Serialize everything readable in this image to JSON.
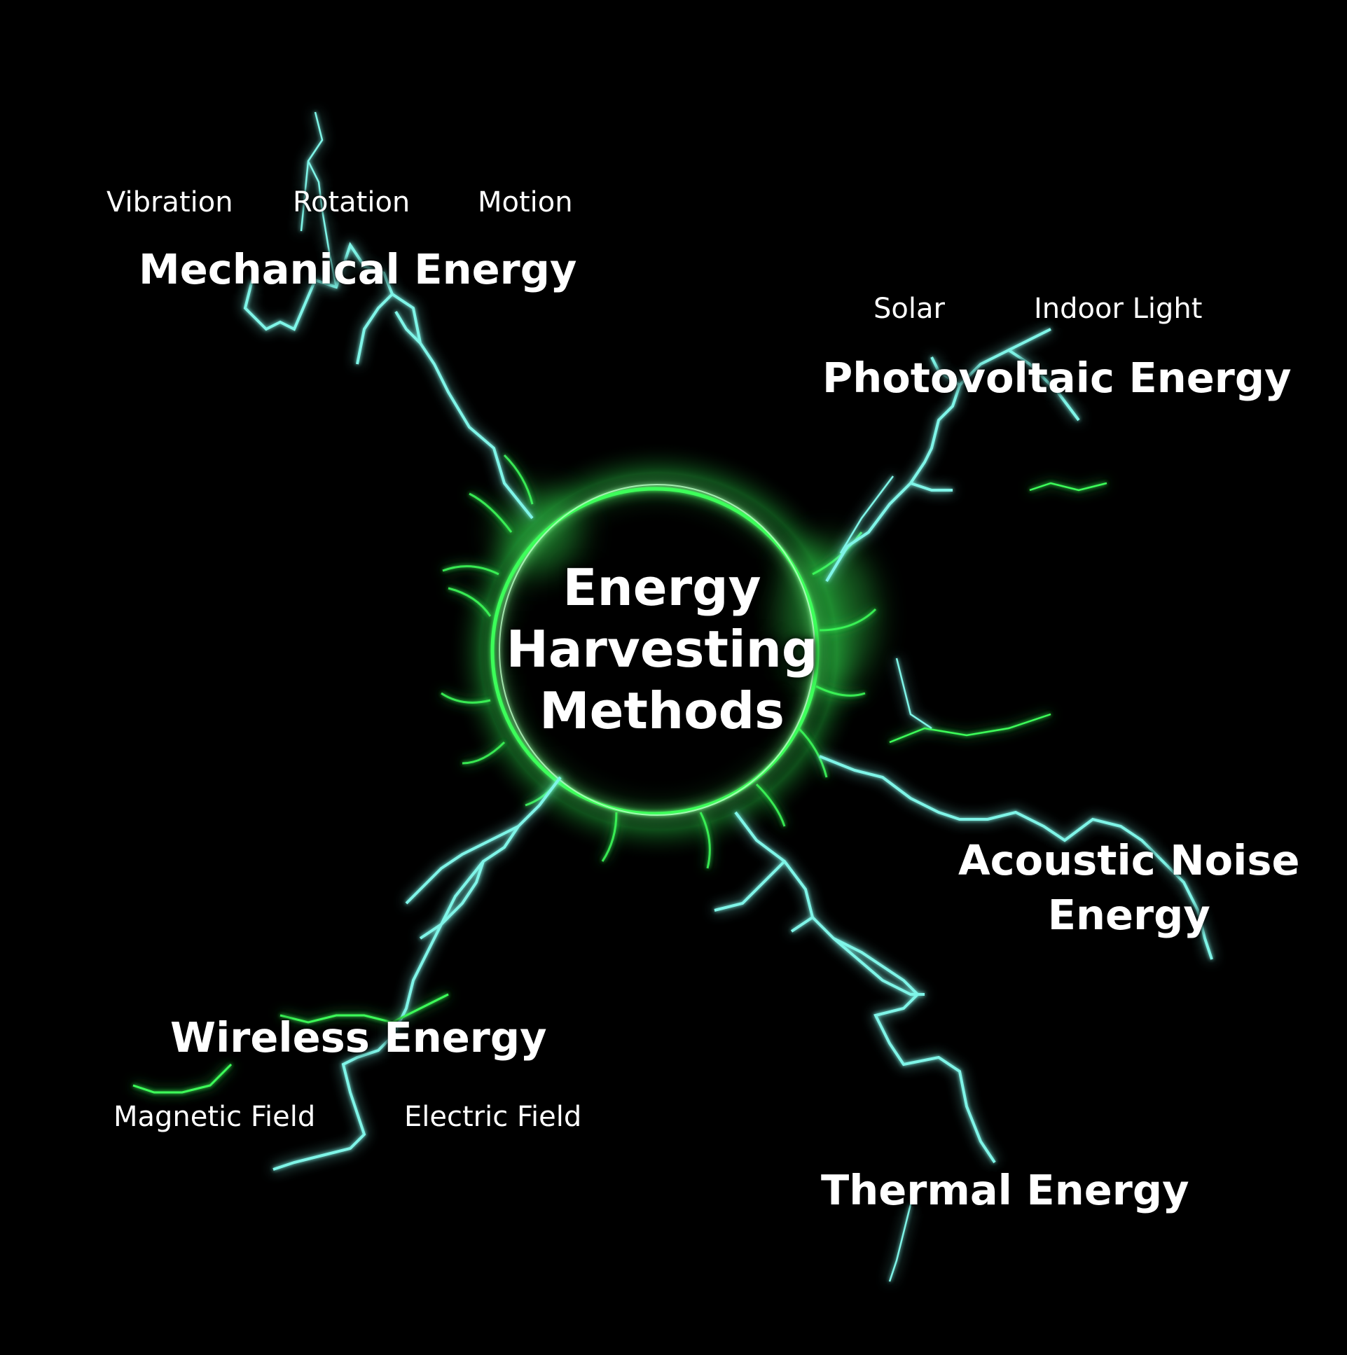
{
  "colors": {
    "background": "#000000",
    "glow_green": "#3dff5a",
    "bolt_cyan": "#7ff5e8",
    "text": "#ffffff"
  },
  "center": {
    "lines": [
      "Energy",
      "Harvesting",
      "Methods"
    ]
  },
  "categories": {
    "mechanical": {
      "title": "Mechanical Energy",
      "items": [
        "Vibration",
        "Rotation",
        "Motion"
      ]
    },
    "photovoltaic": {
      "title": "Photovoltaic Energy",
      "items": [
        "Solar",
        "Indoor Light"
      ]
    },
    "acoustic": {
      "title_lines": [
        "Acoustic Noise",
        "Energy"
      ]
    },
    "thermal": {
      "title": "Thermal Energy"
    },
    "wireless": {
      "title": "Wireless Energy",
      "items": [
        "Magnetic Field",
        "Electric Field"
      ]
    }
  }
}
